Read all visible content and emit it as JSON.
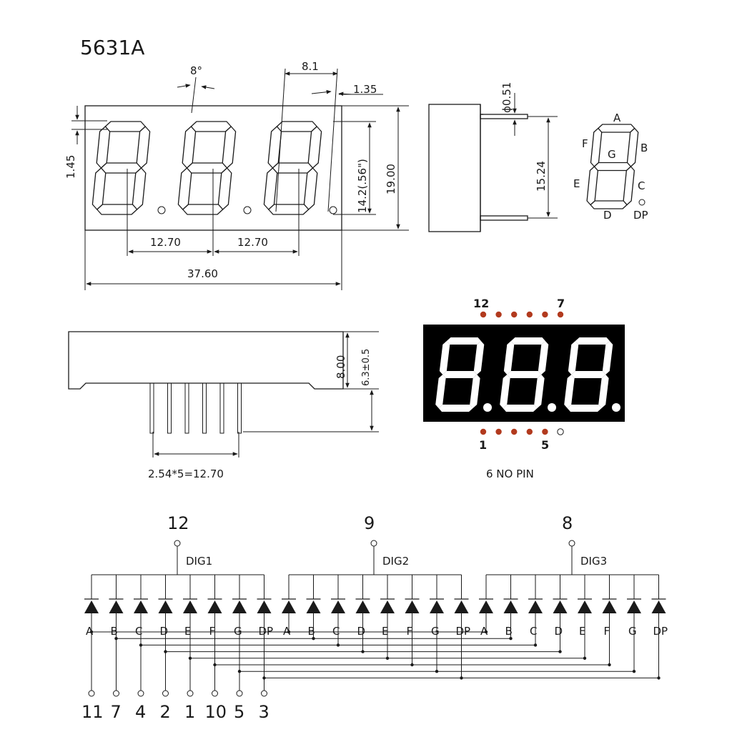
{
  "part_number": "5631A",
  "front_view": {
    "angle": "8°",
    "digit_width": "8.1",
    "segment_offset": "1.35",
    "segment_thickness": "1.45",
    "char_height": "14.2(.56\")",
    "body_height": "19.00",
    "digit_pitch_1": "12.70",
    "digit_pitch_2": "12.70",
    "body_width": "37.60"
  },
  "side_view": {
    "pin_diameter": "ϕ0.51",
    "pin_row_spacing": "15.24"
  },
  "segment_map": {
    "labels": {
      "a": "A",
      "b": "B",
      "c": "C",
      "d": "D",
      "e": "E",
      "f": "F",
      "g": "G",
      "dp": "DP"
    }
  },
  "bottom_view": {
    "body_depth": "8.00",
    "pin_length": "6.3±0.5",
    "pin_spacing": "2.54*5=12.70"
  },
  "lit_display": {
    "top_pin_left": "12",
    "top_pin_right": "7",
    "bottom_pin_left": "1",
    "bottom_pin_right": "5",
    "no_pin_note": "6  NO PIN",
    "led_color": "#b23a1e",
    "display_bg": "#000000"
  },
  "circuit": {
    "digits": [
      {
        "name": "DIG1",
        "pin": "12"
      },
      {
        "name": "DIG2",
        "pin": "9"
      },
      {
        "name": "DIG3",
        "pin": "8"
      }
    ],
    "segments": [
      "A",
      "B",
      "C",
      "D",
      "E",
      "F",
      "G",
      "DP"
    ],
    "segment_pins": [
      "11",
      "7",
      "4",
      "2",
      "1",
      "10",
      "5",
      "3"
    ]
  }
}
